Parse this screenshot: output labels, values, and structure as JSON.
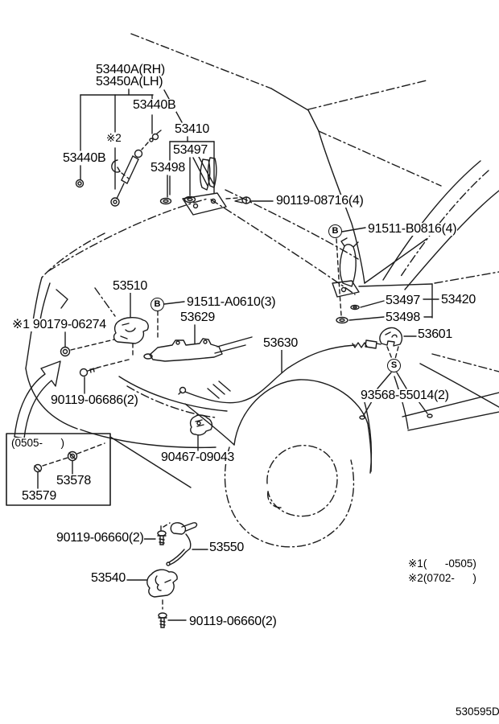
{
  "diagram": {
    "code": "530595D",
    "notes": {
      "note1": "※1(      -0505)",
      "note2": "※2(0702-      )"
    },
    "inset": {
      "range": "(0505-      )"
    },
    "marks": {
      "mark2": "※2"
    },
    "callouts": [
      {
        "letter": "B"
      },
      {
        "letter": "B"
      },
      {
        "letter": "S"
      }
    ],
    "labels": {
      "stay_rh": "53440A(RH)",
      "stay_lh": "53450A(LH)",
      "clip_center": "53440B",
      "clip_left": "53440B",
      "hood": "53410",
      "hinge_front": "53497",
      "pad_front": "53498",
      "bolt_08716": "90119-08716(4)",
      "bolt_b0816": "91511-B0816(4)",
      "latch": "53510",
      "bolt_a0610": "91511-A0610(3)",
      "support": "53629",
      "clip_06274": "※1 90179-06274",
      "hinge_rear": "53497",
      "hinge_assembly": "53420",
      "pad_rear": "53498",
      "cable": "53630",
      "cable_clip": "53601",
      "bolt_06686": "90119-06686(2)",
      "clamp_93568": "93568-55014(2)",
      "clamp_90467": "90467-09043",
      "grommet_53578": "53578",
      "grommet_53579": "53579",
      "bolt_06660_top": "90119-06660(2)",
      "lever": "53550",
      "catch": "53540",
      "bolt_06660_bottom": "90119-06660(2)"
    }
  }
}
